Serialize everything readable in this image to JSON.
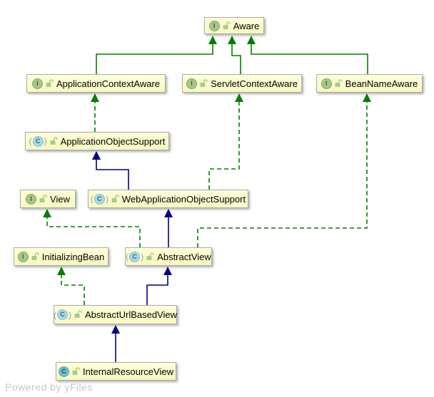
{
  "diagram": {
    "watermark": "Powered by yFiles",
    "icon_letters": {
      "interface": "I",
      "class_letter": "C",
      "paren_open": "(",
      "paren_close": ")"
    },
    "colors": {
      "node_fill": "#FBFBC9",
      "node_border": "#ABABAB",
      "interface_edge_green": "#008000",
      "extends_edge_navy": "#000080",
      "interface_icon_green": "#A8C687",
      "class_icon_teal": "#6FBFD2"
    },
    "nodes": {
      "aware": {
        "label": "Aware",
        "kind": "interface"
      },
      "applicationContextAware": {
        "label": "ApplicationContextAware",
        "kind": "interface"
      },
      "servletContextAware": {
        "label": "ServletContextAware",
        "kind": "interface"
      },
      "beanNameAware": {
        "label": "BeanNameAware",
        "kind": "interface"
      },
      "applicationObjectSupport": {
        "label": "ApplicationObjectSupport",
        "kind": "abstract-class"
      },
      "view": {
        "label": "View",
        "kind": "interface"
      },
      "webApplicationObjectSupport": {
        "label": "WebApplicationObjectSupport",
        "kind": "abstract-class"
      },
      "initializingBean": {
        "label": "InitializingBean",
        "kind": "interface"
      },
      "abstractView": {
        "label": "AbstractView",
        "kind": "abstract-class"
      },
      "abstractUrlBasedView": {
        "label": "AbstractUrlBasedView",
        "kind": "abstract-class"
      },
      "internalResourceView": {
        "label": "InternalResourceView",
        "kind": "class"
      }
    },
    "edges": [
      {
        "from": "ApplicationContextAware",
        "to": "Aware",
        "relation": "extends",
        "style": "solid-green"
      },
      {
        "from": "ServletContextAware",
        "to": "Aware",
        "relation": "extends",
        "style": "solid-green"
      },
      {
        "from": "BeanNameAware",
        "to": "Aware",
        "relation": "extends",
        "style": "solid-green"
      },
      {
        "from": "ApplicationObjectSupport",
        "to": "ApplicationContextAware",
        "relation": "implements",
        "style": "dashed-green"
      },
      {
        "from": "WebApplicationObjectSupport",
        "to": "ApplicationObjectSupport",
        "relation": "extends",
        "style": "solid-navy"
      },
      {
        "from": "WebApplicationObjectSupport",
        "to": "ServletContextAware",
        "relation": "implements",
        "style": "dashed-green"
      },
      {
        "from": "AbstractView",
        "to": "WebApplicationObjectSupport",
        "relation": "extends",
        "style": "solid-navy"
      },
      {
        "from": "AbstractView",
        "to": "View",
        "relation": "implements",
        "style": "dashed-green"
      },
      {
        "from": "AbstractView",
        "to": "BeanNameAware",
        "relation": "implements",
        "style": "dashed-green"
      },
      {
        "from": "AbstractUrlBasedView",
        "to": "AbstractView",
        "relation": "extends",
        "style": "solid-navy"
      },
      {
        "from": "AbstractUrlBasedView",
        "to": "InitializingBean",
        "relation": "implements",
        "style": "dashed-green"
      },
      {
        "from": "InternalResourceView",
        "to": "AbstractUrlBasedView",
        "relation": "extends",
        "style": "solid-navy"
      }
    ]
  }
}
